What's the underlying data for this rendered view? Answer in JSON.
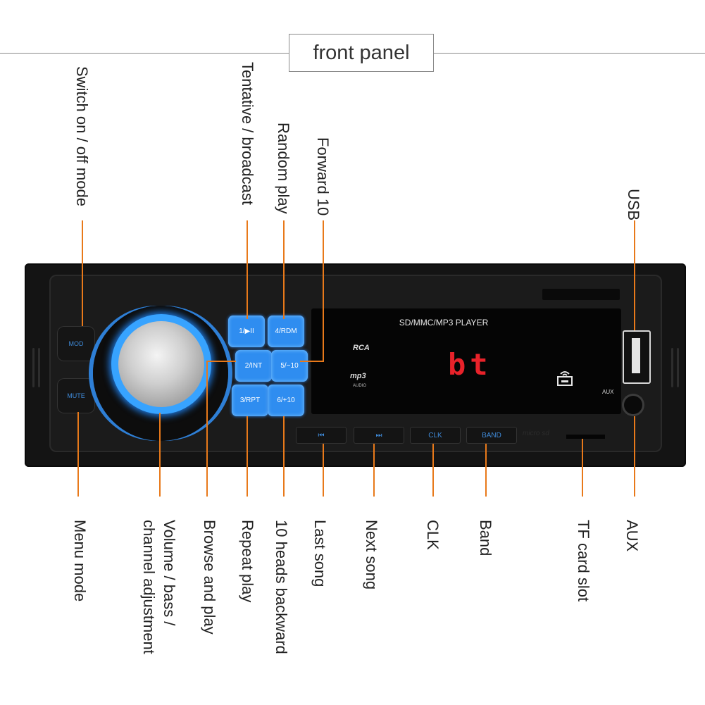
{
  "title": "front panel",
  "device": {
    "screen_title": "SD/MMC/MP3 PLAYER",
    "display_text": "bt",
    "rca_label": "RCA",
    "mp3_label": "mp3",
    "audio_label": "AUDIO",
    "aux_print": "AUX",
    "micro_sd_print": "micro sd",
    "side_buttons": {
      "mode": "MOD",
      "mute": "MUTE"
    },
    "number_buttons": [
      "1/▶II",
      "4/RDM",
      "2/INT",
      "5/−10",
      "3/RPT",
      "6/+10"
    ],
    "bottom_buttons": [
      "⏮",
      "⏭",
      "CLK",
      "BAND"
    ]
  },
  "labels_top": {
    "switch": "Switch on / off mode",
    "tentative": "Tentative / broadcast",
    "random": "Random play",
    "forward": "Forward 10",
    "usb": "USB"
  },
  "labels_bottom": {
    "menu": "Menu mode",
    "volume_1": "Volume / bass /",
    "volume_2": "channel adjustment",
    "browse": "Browse and play",
    "repeat": "Repeat play",
    "backward": "10 heads backward",
    "last": "Last song",
    "next": "Next song",
    "clk": "CLK",
    "band": "Band",
    "tf": "TF card slot",
    "aux": "AUX"
  },
  "colors": {
    "leader": "#e8791a",
    "button_glow": "#2f8df0",
    "display_red": "#e8222a"
  }
}
